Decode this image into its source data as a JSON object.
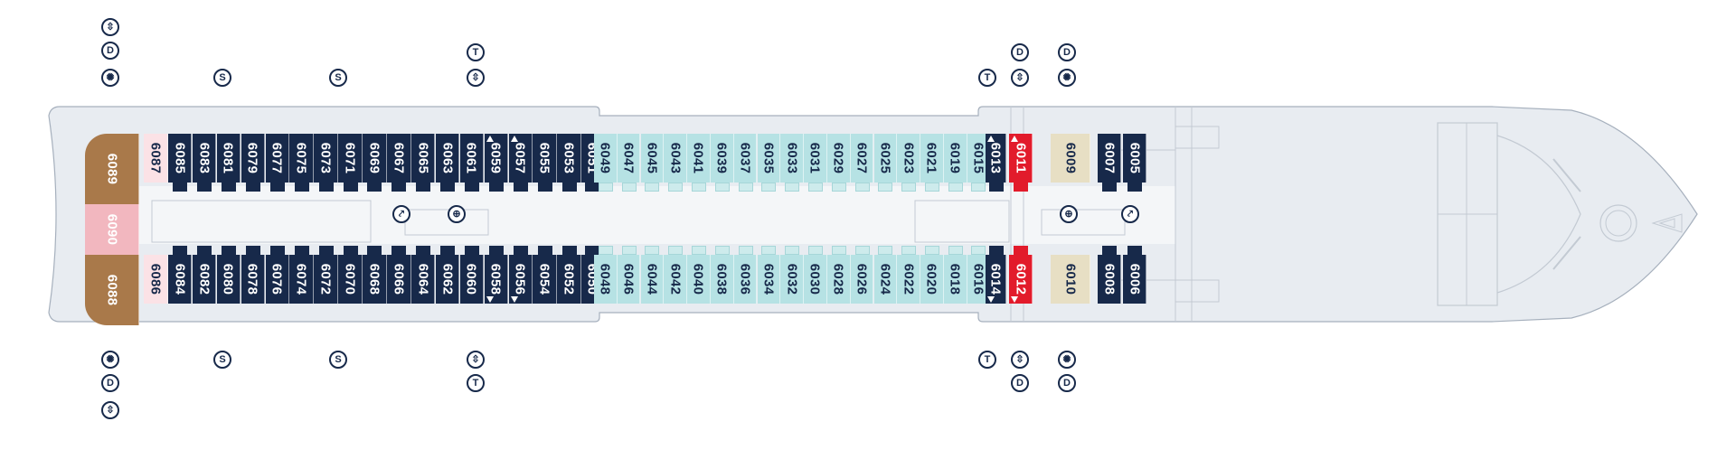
{
  "deck": {
    "top_row": [
      {
        "n": "6089",
        "cat": "brown"
      },
      {
        "n": "6087",
        "cat": "pink"
      },
      {
        "n": "6085",
        "cat": "navy"
      },
      {
        "n": "6083",
        "cat": "navy"
      },
      {
        "n": "6081",
        "cat": "navy"
      },
      {
        "n": "6079",
        "cat": "navy"
      },
      {
        "n": "6077",
        "cat": "navy"
      },
      {
        "n": "6075",
        "cat": "navy"
      },
      {
        "n": "6073",
        "cat": "navy"
      },
      {
        "n": "6071",
        "cat": "navy"
      },
      {
        "n": "6069",
        "cat": "navy"
      },
      {
        "n": "6067",
        "cat": "navy"
      },
      {
        "n": "6065",
        "cat": "navy"
      },
      {
        "n": "6063",
        "cat": "navy"
      },
      {
        "n": "6061",
        "cat": "navy"
      },
      {
        "n": "6059",
        "cat": "navy",
        "mark": true
      },
      {
        "n": "6057",
        "cat": "navy",
        "mark": true
      },
      {
        "n": "6055",
        "cat": "navy"
      },
      {
        "n": "6053",
        "cat": "navy"
      },
      {
        "n": "6051",
        "cat": "navy"
      },
      {
        "n": "6049",
        "cat": "light"
      },
      {
        "n": "6047",
        "cat": "light"
      },
      {
        "n": "6045",
        "cat": "light"
      },
      {
        "n": "6043",
        "cat": "light"
      },
      {
        "n": "6041",
        "cat": "light"
      },
      {
        "n": "6039",
        "cat": "light"
      },
      {
        "n": "6037",
        "cat": "light"
      },
      {
        "n": "6035",
        "cat": "light"
      },
      {
        "n": "6033",
        "cat": "light"
      },
      {
        "n": "6031",
        "cat": "light"
      },
      {
        "n": "6029",
        "cat": "light"
      },
      {
        "n": "6027",
        "cat": "light"
      },
      {
        "n": "6025",
        "cat": "light"
      },
      {
        "n": "6023",
        "cat": "light"
      },
      {
        "n": "6021",
        "cat": "light"
      },
      {
        "n": "6019",
        "cat": "light"
      },
      {
        "n": "6015",
        "cat": "light"
      },
      {
        "n": "6013",
        "cat": "navy",
        "mark": true
      },
      {
        "n": "6011",
        "cat": "red",
        "mark": true
      },
      {
        "n": "6009",
        "cat": "beige"
      },
      {
        "n": "6007",
        "cat": "navy"
      },
      {
        "n": "6005",
        "cat": "navy"
      }
    ],
    "bottom_row": [
      {
        "n": "6088",
        "cat": "brown"
      },
      {
        "n": "6086",
        "cat": "pink"
      },
      {
        "n": "6084",
        "cat": "navy"
      },
      {
        "n": "6082",
        "cat": "navy"
      },
      {
        "n": "6080",
        "cat": "navy"
      },
      {
        "n": "6078",
        "cat": "navy"
      },
      {
        "n": "6076",
        "cat": "navy"
      },
      {
        "n": "6074",
        "cat": "navy"
      },
      {
        "n": "6072",
        "cat": "navy"
      },
      {
        "n": "6070",
        "cat": "navy"
      },
      {
        "n": "6068",
        "cat": "navy"
      },
      {
        "n": "6066",
        "cat": "navy"
      },
      {
        "n": "6064",
        "cat": "navy"
      },
      {
        "n": "6062",
        "cat": "navy"
      },
      {
        "n": "6060",
        "cat": "navy"
      },
      {
        "n": "6058",
        "cat": "navy",
        "mark": true
      },
      {
        "n": "6056",
        "cat": "navy",
        "mark": true
      },
      {
        "n": "6054",
        "cat": "navy"
      },
      {
        "n": "6052",
        "cat": "navy"
      },
      {
        "n": "6050",
        "cat": "navy"
      },
      {
        "n": "6048",
        "cat": "light"
      },
      {
        "n": "6046",
        "cat": "light"
      },
      {
        "n": "6044",
        "cat": "light"
      },
      {
        "n": "6042",
        "cat": "light"
      },
      {
        "n": "6040",
        "cat": "light"
      },
      {
        "n": "6038",
        "cat": "light"
      },
      {
        "n": "6036",
        "cat": "light"
      },
      {
        "n": "6034",
        "cat": "light"
      },
      {
        "n": "6032",
        "cat": "light"
      },
      {
        "n": "6030",
        "cat": "light"
      },
      {
        "n": "6028",
        "cat": "light"
      },
      {
        "n": "6026",
        "cat": "light"
      },
      {
        "n": "6024",
        "cat": "light"
      },
      {
        "n": "6022",
        "cat": "light"
      },
      {
        "n": "6020",
        "cat": "light"
      },
      {
        "n": "6018",
        "cat": "light"
      },
      {
        "n": "6016",
        "cat": "light"
      },
      {
        "n": "6014",
        "cat": "navy",
        "mark": true
      },
      {
        "n": "6012",
        "cat": "red",
        "mark": true
      },
      {
        "n": "6010",
        "cat": "beige"
      },
      {
        "n": "6008",
        "cat": "navy"
      },
      {
        "n": "6006",
        "cat": "navy"
      }
    ],
    "stern_center": {
      "n": "6090",
      "cat": "rose"
    },
    "categories": {
      "navy": {
        "bg": "#17294a",
        "fg": "#ffffff"
      },
      "light": {
        "bg": "#b6e2e4",
        "fg": "#17294a"
      },
      "red": {
        "bg": "#e21b2b",
        "fg": "#ffffff"
      },
      "beige": {
        "bg": "#e7dfc4",
        "fg": "#17294a"
      },
      "pink": {
        "bg": "#fbe2e6",
        "fg": "#17294a"
      },
      "brown": {
        "bg": "#a9794a",
        "fg": "#ffffff"
      },
      "rose": {
        "bg": "#f2b7bf",
        "fg": "#ffffff"
      }
    },
    "colors": {
      "hull": "#e8ecf1",
      "hull_stroke": "#a6b0bd",
      "corridor": "#f4f6f8",
      "ink": "#17294a",
      "linework": "#c3cad3"
    }
  },
  "icons": [
    {
      "name": "elevator-icon",
      "sym": "⇳",
      "col": "stern"
    },
    {
      "name": "disabled-access-icon",
      "sym": "D",
      "col": "stern"
    },
    {
      "name": "wellness-icon",
      "sym": "✺",
      "col": "stern"
    },
    {
      "name": "stairs-icon",
      "sym": "S",
      "col": "s1"
    },
    {
      "name": "stairs-icon",
      "sym": "S",
      "col": "s2"
    },
    {
      "name": "toilet-icon",
      "sym": "T",
      "col": "mid"
    },
    {
      "name": "elevator-icon",
      "sym": "⇳",
      "col": "mid"
    },
    {
      "name": "toilet-icon",
      "sym": "T",
      "col": "fwd1"
    },
    {
      "name": "disabled-access-icon",
      "sym": "D",
      "col": "fwd2"
    },
    {
      "name": "elevator-icon",
      "sym": "⇳",
      "col": "fwd2"
    },
    {
      "name": "disabled-access-icon",
      "sym": "D",
      "col": "fwd3"
    },
    {
      "name": "wellness-icon",
      "sym": "✺",
      "col": "fwd3"
    },
    {
      "name": "stairway-icon",
      "sym": "⤤",
      "col": "inner1"
    },
    {
      "name": "compass-icon",
      "sym": "⊕",
      "col": "inner2"
    },
    {
      "name": "compass-icon",
      "sym": "⊕",
      "col": "inner3"
    },
    {
      "name": "stairway-icon",
      "sym": "⤤",
      "col": "inner4"
    }
  ]
}
